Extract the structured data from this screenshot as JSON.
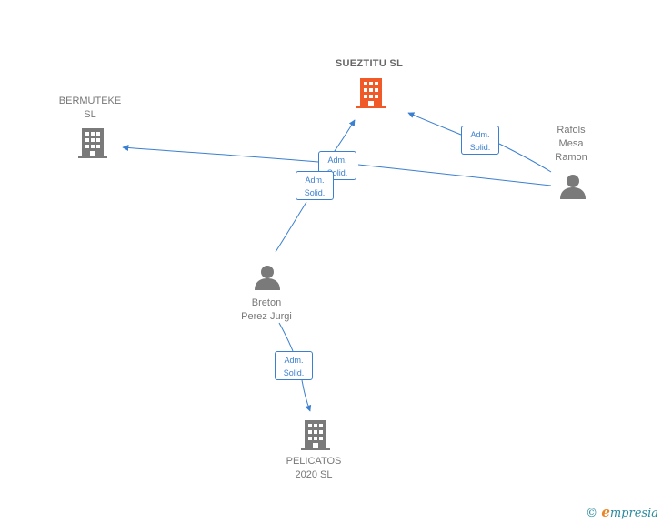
{
  "nodes": {
    "sueztitu": {
      "label": "SUEZTITU  SL",
      "type": "company",
      "main": true
    },
    "bermuteke": {
      "label": "BERMUTEKE\nSL",
      "type": "company"
    },
    "pelicatos": {
      "label": "PELICATOS\n2020  SL",
      "type": "company"
    },
    "rafols": {
      "label": "Rafols\nMesa\nRamon",
      "type": "person"
    },
    "breton": {
      "label": "Breton\nPerez Jurgi",
      "type": "person"
    }
  },
  "edges": [
    {
      "from": "rafols",
      "to": "sueztitu",
      "label": "Adm.\nSolid."
    },
    {
      "from": "rafols",
      "to": "bermuteke",
      "label": "Adm.\nSolid."
    },
    {
      "from": "breton",
      "to": "sueztitu",
      "label": "Adm.\nSolid."
    },
    {
      "from": "breton",
      "to": "pelicatos",
      "label": "Adm.\nSolid."
    }
  ],
  "colors": {
    "edge": "#3b7fd0",
    "main_company": "#f05a28",
    "company": "#7a7a7a",
    "person": "#7a7a7a"
  },
  "brand": {
    "symbol": "©",
    "first": "e",
    "rest": "mpresia"
  }
}
